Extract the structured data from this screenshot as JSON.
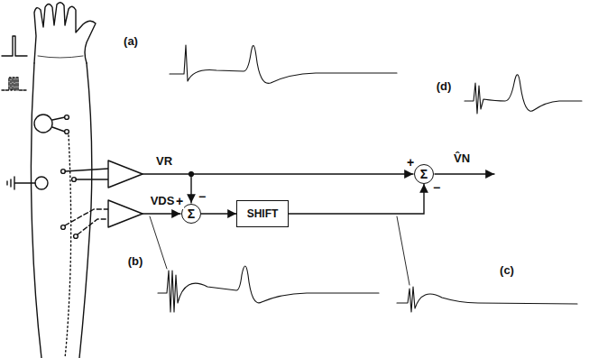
{
  "diagram": {
    "nodes": [
      {
        "text": [
          "Σ"
        ]
      },
      {
        "text": [
          "SHIFT"
        ]
      },
      {
        "text": [
          "Σ"
        ]
      }
    ],
    "edges": [
      {
        "from": 0,
        "to": 1,
        "arrow": "to"
      },
      {
        "from": 1,
        "to": 2,
        "arrow": "to"
      }
    ],
    "labels": [
      "(a)",
      "(b)",
      "(c)",
      "(d)",
      "VR",
      "VDS",
      "V̂N",
      "+",
      "−",
      "+",
      "−"
    ]
  }
}
